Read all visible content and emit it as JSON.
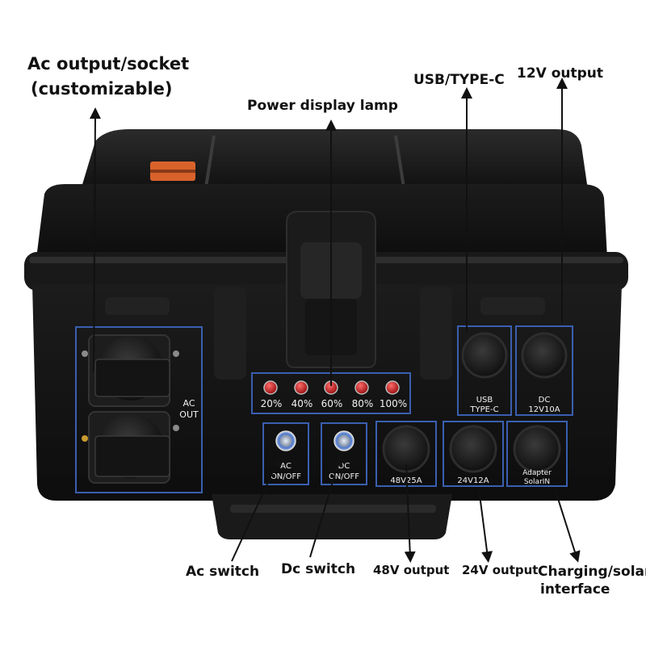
{
  "callouts": {
    "ac_output_line1": "Ac output/socket",
    "ac_output_line2": "(customizable)",
    "power_display": "Power display lamp",
    "usb_typec": "USB/TYPE-C",
    "out_12v": "12V output",
    "ac_switch": "Ac switch",
    "dc_switch": "Dc switch",
    "out_48v": "48V output",
    "out_24v": "24V output",
    "charging_line1": "Charging/solar",
    "charging_line2": "interface"
  },
  "panel": {
    "ac_out_line1": "AC",
    "ac_out_line2": "OUT",
    "levels": [
      "20%",
      "40%",
      "60%",
      "80%",
      "100%"
    ],
    "ac_switch_line1": "AC",
    "ac_switch_line2": "ON/OFF",
    "dc_switch_line1": "DC",
    "dc_switch_line2": "ON/OFF",
    "port_48v": "48V25A",
    "port_24v": "24V12A",
    "port_charge_line1": "Adapter",
    "port_charge_line2": "SolarIN",
    "usb_line1": "USB",
    "usb_line2": "TYPE-C",
    "dc12_line1": "DC",
    "dc12_line2": "12V10A"
  },
  "colors": {
    "case": "#141414",
    "frame": "#3a5fb0",
    "led": "#c41e1e",
    "accent_label": "#d9622b"
  }
}
